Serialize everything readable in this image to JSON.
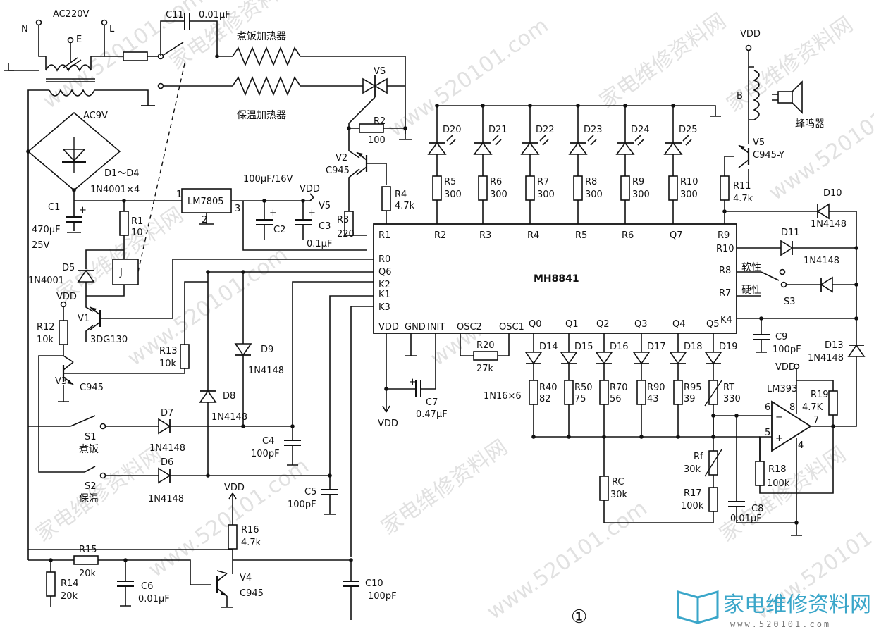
{
  "colors": {
    "ink": "#111111",
    "watermark": "#c9c9c9",
    "logo": "#3aa6c9"
  },
  "watermark": {
    "cn": "家电维修资料网",
    "url": "www.520101.com"
  },
  "logo": {
    "icon": "book-icon",
    "text": "家电维修资料网",
    "url": "www.520101.com"
  },
  "figure_number": "①",
  "mains": {
    "n": "N",
    "ac": "AC220V",
    "l": "L",
    "e": "E"
  },
  "heaters": {
    "cook": "煮饭加热器",
    "warm": "保温加热器"
  },
  "ic": {
    "name": "MH8841",
    "left_pins": [
      "R1",
      "R0",
      "Q6",
      "K2",
      "K1",
      "K3"
    ],
    "top_pins": [
      "R2",
      "R3",
      "R4",
      "R5",
      "R6",
      "Q7",
      "R9"
    ],
    "bottom_pins": [
      "VDD",
      "GND",
      "INIT",
      "OSC2",
      "OSC1",
      "Q0",
      "Q1",
      "Q2",
      "Q3",
      "Q4",
      "Q5"
    ],
    "right_pins": [
      "R10",
      "R8",
      "R7",
      "K4"
    ]
  },
  "components": {
    "c11": "C11",
    "c11_val": "0.01μF",
    "ac9v": "AC9V",
    "d1d4": "D1～D4",
    "d1d4_val": "1N4001×4",
    "c1": "C1",
    "c1_val": "470μF",
    "c1_v": "25V",
    "r1": "R1",
    "r1_val": "10",
    "lm7805": "LM7805",
    "pin1": "1",
    "pin2": "2",
    "pin3": "3",
    "cap100": "100μF/16V",
    "vdd": "VDD",
    "v5": "V5",
    "c2": "C2",
    "c3": "C3",
    "c3_val": "0.1μF",
    "d5": "D5",
    "d5_val": "1N4001",
    "relay": "J",
    "v1": "V1",
    "v1_val": "3DG130",
    "r12": "R12",
    "r12_val": "10k",
    "v3": "V3",
    "v3_val": "C945",
    "r13": "R13",
    "r13_val": "10k",
    "d9": "D9",
    "d9_val": "1N4148",
    "d8": "D8",
    "d8_val": "1N4148",
    "s1": "S1",
    "s1_label": "煮饭",
    "s2": "S2",
    "s2_label": "保温",
    "d7": "D7",
    "d7_val": "1N4148",
    "d6": "D6",
    "d6_val": "1N4148",
    "c4": "C4",
    "c4_val": "100pF",
    "c5": "C5",
    "c5_val": "100pF",
    "r16": "R16",
    "r16_val": "4.7k",
    "v4": "V4",
    "v4_val": "C945",
    "r15": "R15",
    "r15_val": "20k",
    "r14": "R14",
    "r14_val": "20k",
    "c6": "C6",
    "c6_val": "0.01μF",
    "c10": "C10",
    "c10_val": "100pF",
    "vs": "VS",
    "r2": "R2",
    "r2_val": "100",
    "v2": "V2",
    "v2_val": "C945",
    "r4": "R4",
    "r4_val": "4.7k",
    "r3": "R3",
    "r3_val": "220",
    "leds": [
      "D20",
      "D21",
      "D22",
      "D23",
      "D24",
      "D25"
    ],
    "led_res": [
      "R5",
      "R6",
      "R7",
      "R8",
      "R9",
      "R10"
    ],
    "led_res_val": "300",
    "b": "B",
    "buzzer": "蜂鸣器",
    "v5_val": "C945-Y",
    "r11": "R11",
    "r11_val": "4.7k",
    "d10": "D10",
    "d10_val": "1N4148",
    "d11": "D11",
    "d11_val": "1N4148",
    "soft": "软性",
    "hard": "硬性",
    "s3": "S3",
    "c9": "C9",
    "c9_val": "100pF",
    "d13": "D13",
    "d13_val": "1N4148",
    "r20": "R20",
    "r20_val": "27k",
    "c7": "C7",
    "c7_val": "0.47μF",
    "diodes_bottom": [
      "D14",
      "D15",
      "D16",
      "D17",
      "D18",
      "D19"
    ],
    "diodes_bottom_val": "1N16×6",
    "res_bottom": [
      "R40",
      "R50",
      "R70",
      "R90",
      "R95"
    ],
    "res_bottom_val": [
      "82",
      "75",
      "56",
      "43",
      "39"
    ],
    "rt": "RT",
    "rt_val": "330",
    "lm393": "LM393",
    "r19": "R19",
    "r19_val": "4.7K",
    "pin6": "6",
    "pin5": "5",
    "pin7": "7",
    "pin4": "4",
    "pin8": "8",
    "rf": "Rf",
    "rf_val": "30k",
    "rc": "RC",
    "rc_val": "30k",
    "r17": "R17",
    "r17_val": "100k",
    "r18": "R18",
    "r18_val": "100k",
    "c8": "C8",
    "c8_val": "0.01μF"
  }
}
